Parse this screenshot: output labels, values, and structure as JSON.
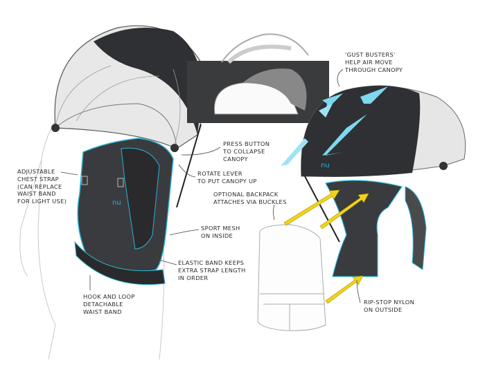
{
  "brand_mark": "nu",
  "colors": {
    "accent": "#2bb3d9",
    "arrow": "#f2d21b",
    "canopy_dark": "#2f3033",
    "canopy_light": "#e6e6e6",
    "inset_bg": "#3a3b3d"
  },
  "annotations": {
    "chest_strap": "ADJUSTABLE\nCHEST STRAP\n(CAN REPLACE\nWAIST BAND\nFOR LIGHT USE)",
    "press_button": "PRESS BUTTON\nTO COLLAPSE\nCANOPY",
    "rotate_lever": "ROTATE LEVER\nTO PUT CANOPY UP",
    "optional_backpack": "OPTIONAL BACKPACK\nATTACHES VIA BUCKLES",
    "gust_busters": "'GUST BUSTERS'\nHELP AIR MOVE\nTHROUGH CANOPY",
    "sport_mesh": "SPORT MESH\nON INSIDE",
    "elastic_band": "ELASTIC BAND KEEPS\nEXTRA STRAP LENGTH\nIN ORDER",
    "hook_loop": "HOOK AND LOOP\nDETACHABLE\nWAIST BAND",
    "rip_stop": "RIP-STOP NYLON\nON OUTSIDE"
  }
}
